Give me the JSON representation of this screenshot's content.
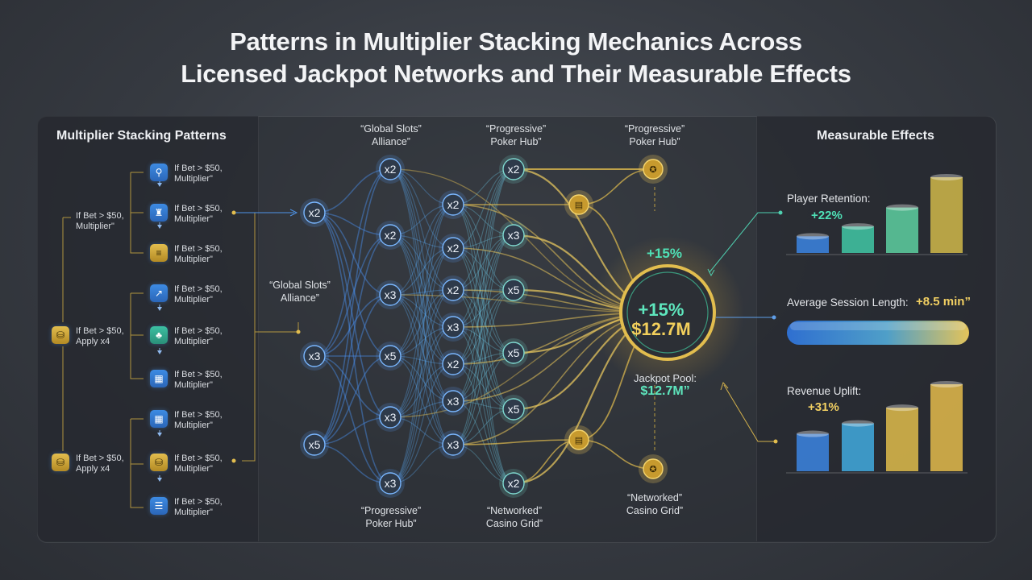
{
  "title": {
    "line1": "Patterns in Multiplier Stacking Mechanics Across",
    "line2": "Licensed Jackpot Networks and Their Measurable Effects"
  },
  "left_panel": {
    "title": "Multiplier Stacking Patterns",
    "steps": [
      {
        "text1": "If Bet > $50,",
        "text2": "Multiplier\"",
        "icon": "link-icon",
        "color": "blue"
      },
      {
        "text1": "If Bet > $50,",
        "text2": "Multiplier\"",
        "icon": "boot-icon",
        "color": "blue"
      },
      {
        "text1": "If Bet > $50,",
        "text2": "Multiplier\"",
        "icon": "list-icon",
        "color": "gold"
      },
      {
        "text1": "If Bet > $50,",
        "text2": "Multiplier\"",
        "icon": "cursor-icon",
        "color": "blue"
      },
      {
        "text1": "If Bet > $50,",
        "text2": "Multiplier\"",
        "icon": "clover-icon",
        "color": "teal"
      },
      {
        "text1": "If Bet > $50,",
        "text2": "Multiplier\"",
        "icon": "grid-icon",
        "color": "blue"
      },
      {
        "text1": "If Bet > $50,",
        "text2": "Multiplier\"",
        "icon": "grid-icon",
        "color": "blue"
      },
      {
        "text1": "If Bet > $50,",
        "text2": "Multiplier\"",
        "icon": "coins-icon",
        "color": "gold"
      },
      {
        "text1": "If Bet > $50,",
        "text2": "Multiplier\"",
        "icon": "doc-icon",
        "color": "blue"
      }
    ],
    "side_label": {
      "text1": "If Bet > $50,",
      "text2": "Multiplier\""
    },
    "apply_1": {
      "text1": "If Bet > $50,",
      "text2": "Apply x4"
    },
    "apply_2": {
      "text1": "If Bet > $50,",
      "text2": "Apply x4"
    }
  },
  "network": {
    "labels": {
      "top_a": [
        "“Global Slots”",
        "Alliance”"
      ],
      "top_b": [
        "“Progressive”",
        "Poker Hub”"
      ],
      "top_c": [
        "“Progressive”",
        "Poker Hub”"
      ],
      "mid_left": [
        "“Global Slots”",
        "Alliance”"
      ],
      "bottom_a": [
        "“Progressive”",
        "Poker Hub”"
      ],
      "bottom_b": [
        "“Networked”",
        "Casino Grid”"
      ],
      "bottom_c": [
        "“Networked”",
        "Casino Grid”"
      ]
    },
    "nodes": [
      {
        "id": "a1",
        "label": "x2"
      },
      {
        "id": "a2",
        "label": "x3"
      },
      {
        "id": "a3",
        "label": "x5"
      },
      {
        "id": "b1",
        "label": "x2"
      },
      {
        "id": "b2",
        "label": "x2"
      },
      {
        "id": "b3",
        "label": "x3"
      },
      {
        "id": "b4",
        "label": "x5"
      },
      {
        "id": "b5",
        "label": "x3"
      },
      {
        "id": "b6",
        "label": "x3"
      },
      {
        "id": "c1",
        "label": "x2"
      },
      {
        "id": "c2",
        "label": "x2"
      },
      {
        "id": "c3",
        "label": "x2"
      },
      {
        "id": "c4",
        "label": "x3"
      },
      {
        "id": "c5",
        "label": "x2"
      },
      {
        "id": "c6",
        "label": "x3"
      },
      {
        "id": "c7",
        "label": "x3"
      },
      {
        "id": "d1",
        "label": "x2"
      },
      {
        "id": "d2",
        "label": "x3"
      },
      {
        "id": "d3",
        "label": "x5"
      },
      {
        "id": "d4",
        "label": "x5"
      },
      {
        "id": "d5",
        "label": "x5"
      },
      {
        "id": "d6",
        "label": "x2"
      }
    ],
    "hub": {
      "pct_above": "+15%",
      "pct": "+15%",
      "value": "$12.7M"
    },
    "jackpot_label": [
      "Jackpot Pool:",
      "$12.7M”"
    ]
  },
  "right_panel": {
    "title": "Measurable Effects",
    "retention": {
      "label": "Player Retention:",
      "value": "+22%",
      "bars": [
        0.22,
        0.35,
        0.6,
        1.0
      ]
    },
    "session": {
      "label": "Average Session Length:",
      "value": "+8.5 min”"
    },
    "revenue": {
      "label": "Revenue Uplift:",
      "value": "+31%",
      "bars": [
        0.43,
        0.55,
        0.73,
        1.0
      ]
    }
  },
  "colors": {
    "blue": "#3f8ef0",
    "teal": "#4fe0b6",
    "gold": "#f1cf62"
  }
}
